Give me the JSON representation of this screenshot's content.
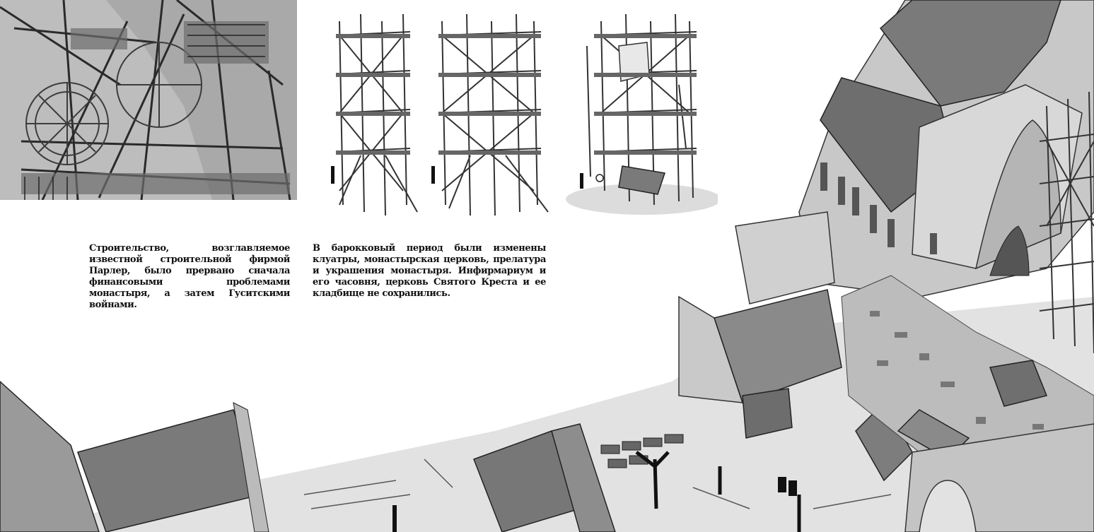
{
  "page": {
    "paragraph_left": "Строительство, возглавляемое известной строительной фирмой Парлер, было прервано сначала финансовыми проблемами монастыря, а затем Гуситскими войнами.",
    "paragraph_right": "В барокковый период были изменены клуатры, монастырская церковь, прелатура и украшения монастыря. Инфирмариум и его часовня, церковь Святого Креста и ее кладбище не сохранились."
  },
  "illustrations": {
    "topleft": "crane-treadwheel-sketch",
    "scaffolds": [
      "scaffold-tower-1",
      "scaffold-tower-2",
      "scaffold-tower-3"
    ],
    "panorama": "monastery-construction-panorama"
  },
  "colors": {
    "ink": "#111111",
    "light_gray": "#d0d0d0",
    "mid_gray": "#8a8a8a",
    "dark_gray": "#5a5a5a",
    "panel_bg": "#b8b8b8"
  }
}
